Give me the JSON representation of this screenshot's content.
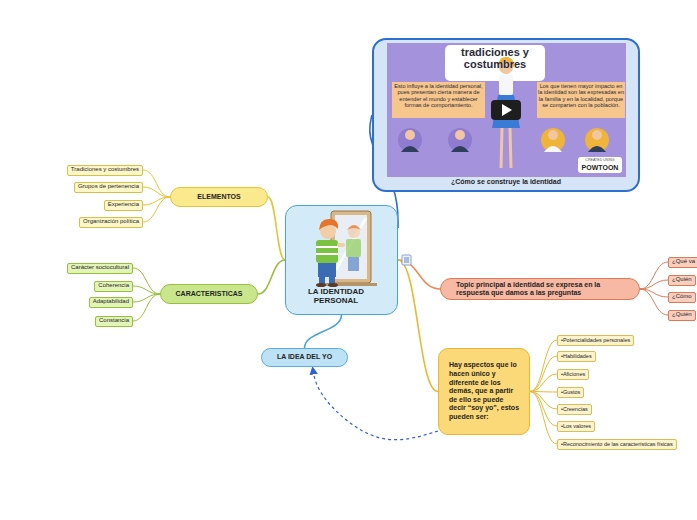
{
  "diagram": {
    "nodes": [
      {
        "text": [
          "LA IDENTIDAD PERSONAL"
        ]
      },
      {
        "text": [
          "¿Cómo se construye la identidad"
        ]
      },
      {
        "text": [
          "ELEMENTOS"
        ]
      },
      {
        "text": [
          "Tradiciones y costumbres"
        ]
      },
      {
        "text": [
          "Grupos de pertenencia"
        ]
      },
      {
        "text": [
          "Experiencia"
        ]
      },
      {
        "text": [
          "Organización política"
        ]
      },
      {
        "text": [
          "CARACTERISTICAS"
        ]
      },
      {
        "text": [
          "Carácter sociocultural"
        ]
      },
      {
        "text": [
          "Coherencia"
        ]
      },
      {
        "text": [
          "Adaptabilidad"
        ]
      },
      {
        "text": [
          "Constancia"
        ]
      },
      {
        "text": [
          "Topic principal a identidad se expresa en la respuesta que damos a las preguntas"
        ]
      },
      {
        "text": [
          "¿Qué va"
        ]
      },
      {
        "text": [
          "¿Quién"
        ]
      },
      {
        "text": [
          "¿Cómo"
        ]
      },
      {
        "text": [
          "¿Quién"
        ]
      },
      {
        "text": [
          "LA IDEA DEL YO"
        ]
      },
      {
        "text": [
          "Hay aspectos que lo hacen único y diferente de los demás, que a partir de ello se puede decir “soy yo”, estos pueden ser:"
        ]
      },
      {
        "text": [
          "•Potencialidades personales"
        ]
      },
      {
        "text": [
          "•Habilidades"
        ]
      },
      {
        "text": [
          "•Aficiones"
        ]
      },
      {
        "text": [
          "•Gustos"
        ]
      },
      {
        "text": [
          "•Creencias"
        ]
      },
      {
        "text": [
          "•Los valores"
        ]
      },
      {
        "text": [
          "•Reconocimiento de las características físicas"
        ]
      }
    ],
    "edges": [
      {
        "from": 0,
        "to": 1,
        "arrow": "none"
      },
      {
        "from": 0,
        "to": 2,
        "arrow": "none"
      },
      {
        "from": 2,
        "to": 3,
        "arrow": "none"
      },
      {
        "from": 2,
        "to": 4,
        "arrow": "none"
      },
      {
        "from": 2,
        "to": 5,
        "arrow": "none"
      },
      {
        "from": 2,
        "to": 6,
        "arrow": "none"
      },
      {
        "from": 0,
        "to": 7,
        "arrow": "none"
      },
      {
        "from": 7,
        "to": 8,
        "arrow": "none"
      },
      {
        "from": 7,
        "to": 9,
        "arrow": "none"
      },
      {
        "from": 7,
        "to": 10,
        "arrow": "none"
      },
      {
        "from": 7,
        "to": 11,
        "arrow": "none"
      },
      {
        "from": 0,
        "to": 12,
        "arrow": "none"
      },
      {
        "from": 12,
        "to": 13,
        "arrow": "none"
      },
      {
        "from": 12,
        "to": 14,
        "arrow": "none"
      },
      {
        "from": 12,
        "to": 15,
        "arrow": "none"
      },
      {
        "from": 12,
        "to": 16,
        "arrow": "none"
      },
      {
        "from": 0,
        "to": 17,
        "arrow": "none"
      },
      {
        "from": 0,
        "to": 18,
        "arrow": "none"
      },
      {
        "from": 18,
        "to": 19,
        "arrow": "none"
      },
      {
        "from": 18,
        "to": 20,
        "arrow": "none"
      },
      {
        "from": 18,
        "to": 21,
        "arrow": "none"
      },
      {
        "from": 18,
        "to": 22,
        "arrow": "none"
      },
      {
        "from": 18,
        "to": 23,
        "arrow": "none"
      },
      {
        "from": 18,
        "to": 24,
        "arrow": "none"
      },
      {
        "from": 18,
        "to": 25,
        "arrow": "none"
      },
      {
        "from": 18,
        "to": 17,
        "arrow": "to"
      }
    ],
    "labels": [
      "tradiciones y costumbres",
      "Esto influye a la identidad personal, pues presentan cierta manera de entender el mundo y establecer formas de comportamiento.",
      "Los que tienen mayor impacto en la identidad son las expresadas en la familia y en la localidad, porque se comparten con la población.",
      "CREATED USING",
      "POWTOON"
    ]
  }
}
